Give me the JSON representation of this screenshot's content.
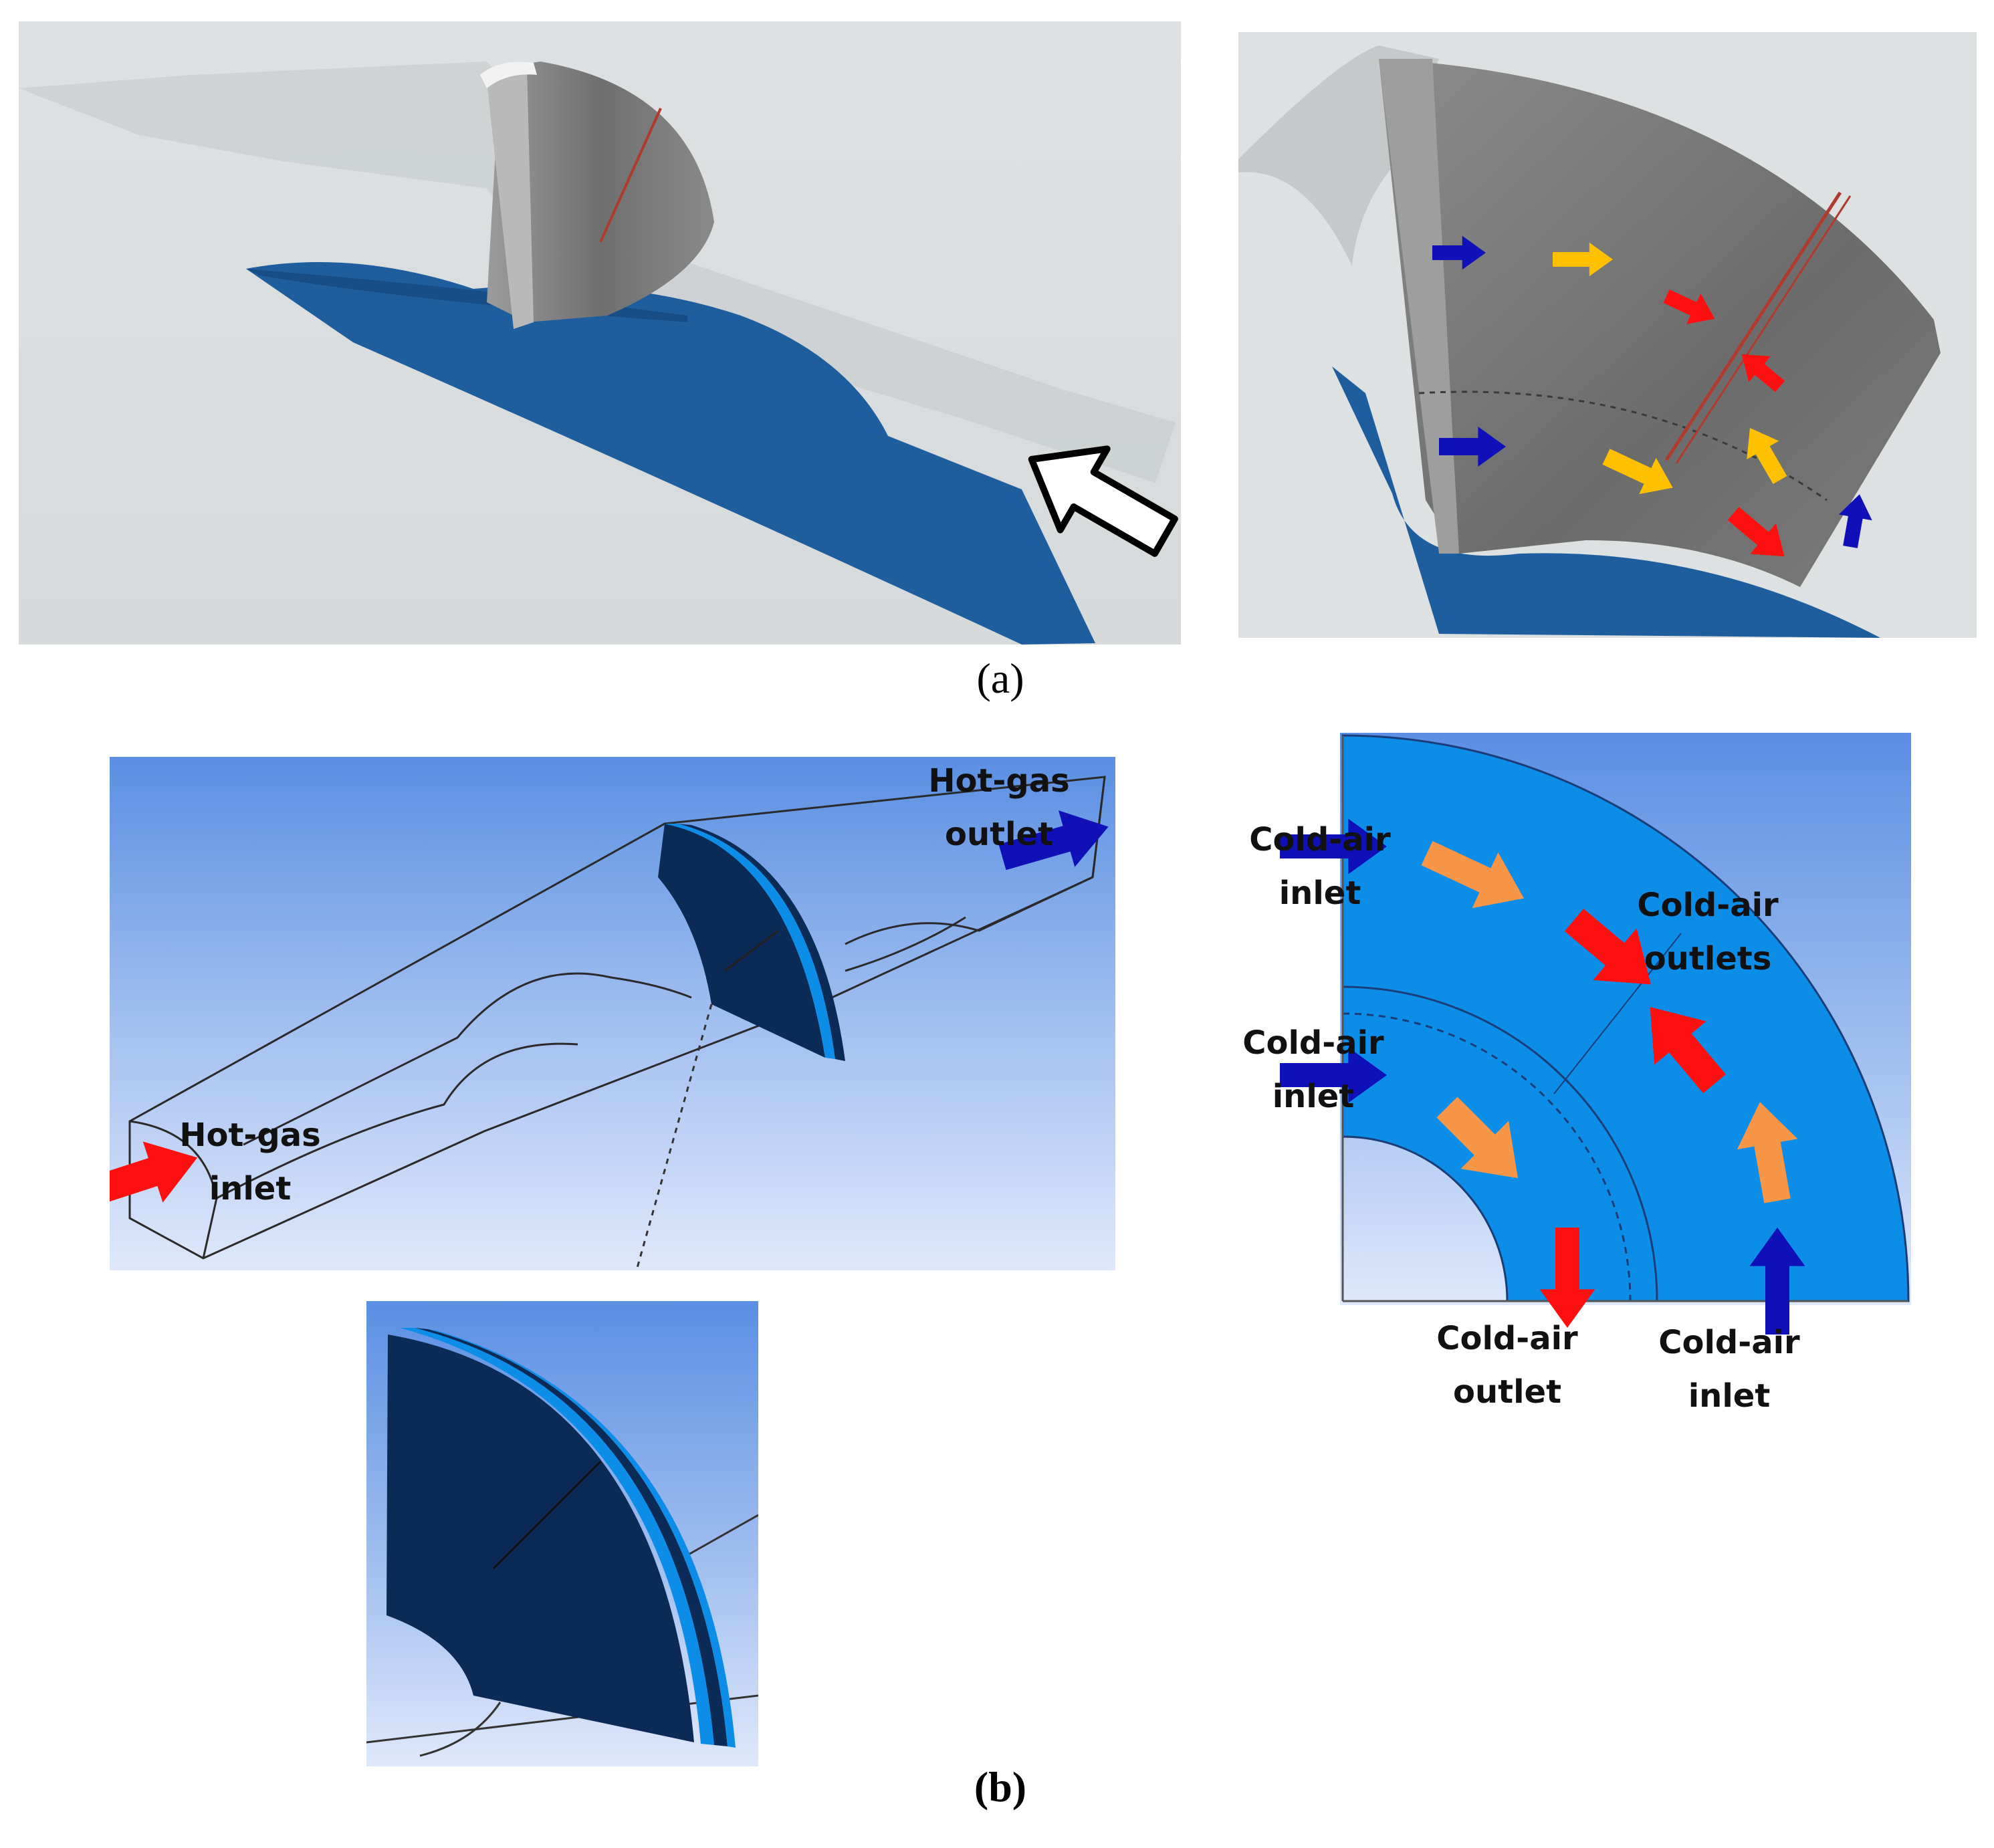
{
  "figure": {
    "caption_a": "(a)",
    "caption_b": "(b)",
    "panel_b_left": {
      "hot_gas_outlet": "Hot-gas\noutlet",
      "hot_gas_inlet": "Hot-gas\ninlet"
    },
    "panel_b_right": {
      "cold_air_inlet_top": "Cold-air\ninlet",
      "cold_air_inlet_mid": "Cold-air\ninlet",
      "cold_air_outlets": "Cold-air\noutlets",
      "cold_air_outlet_bottom": "Cold-air\noutlet",
      "cold_air_inlet_bottom": "Cold-air\ninlet"
    }
  },
  "colors": {
    "hot_arrow": "#ff1010",
    "cold_arrow": "#1010b8",
    "mid_arrow": "#ffc000",
    "orange_arrow": "#f79646",
    "wheel_blue": "#0c8de8",
    "floor_blue": "#1f5e9e"
  }
}
